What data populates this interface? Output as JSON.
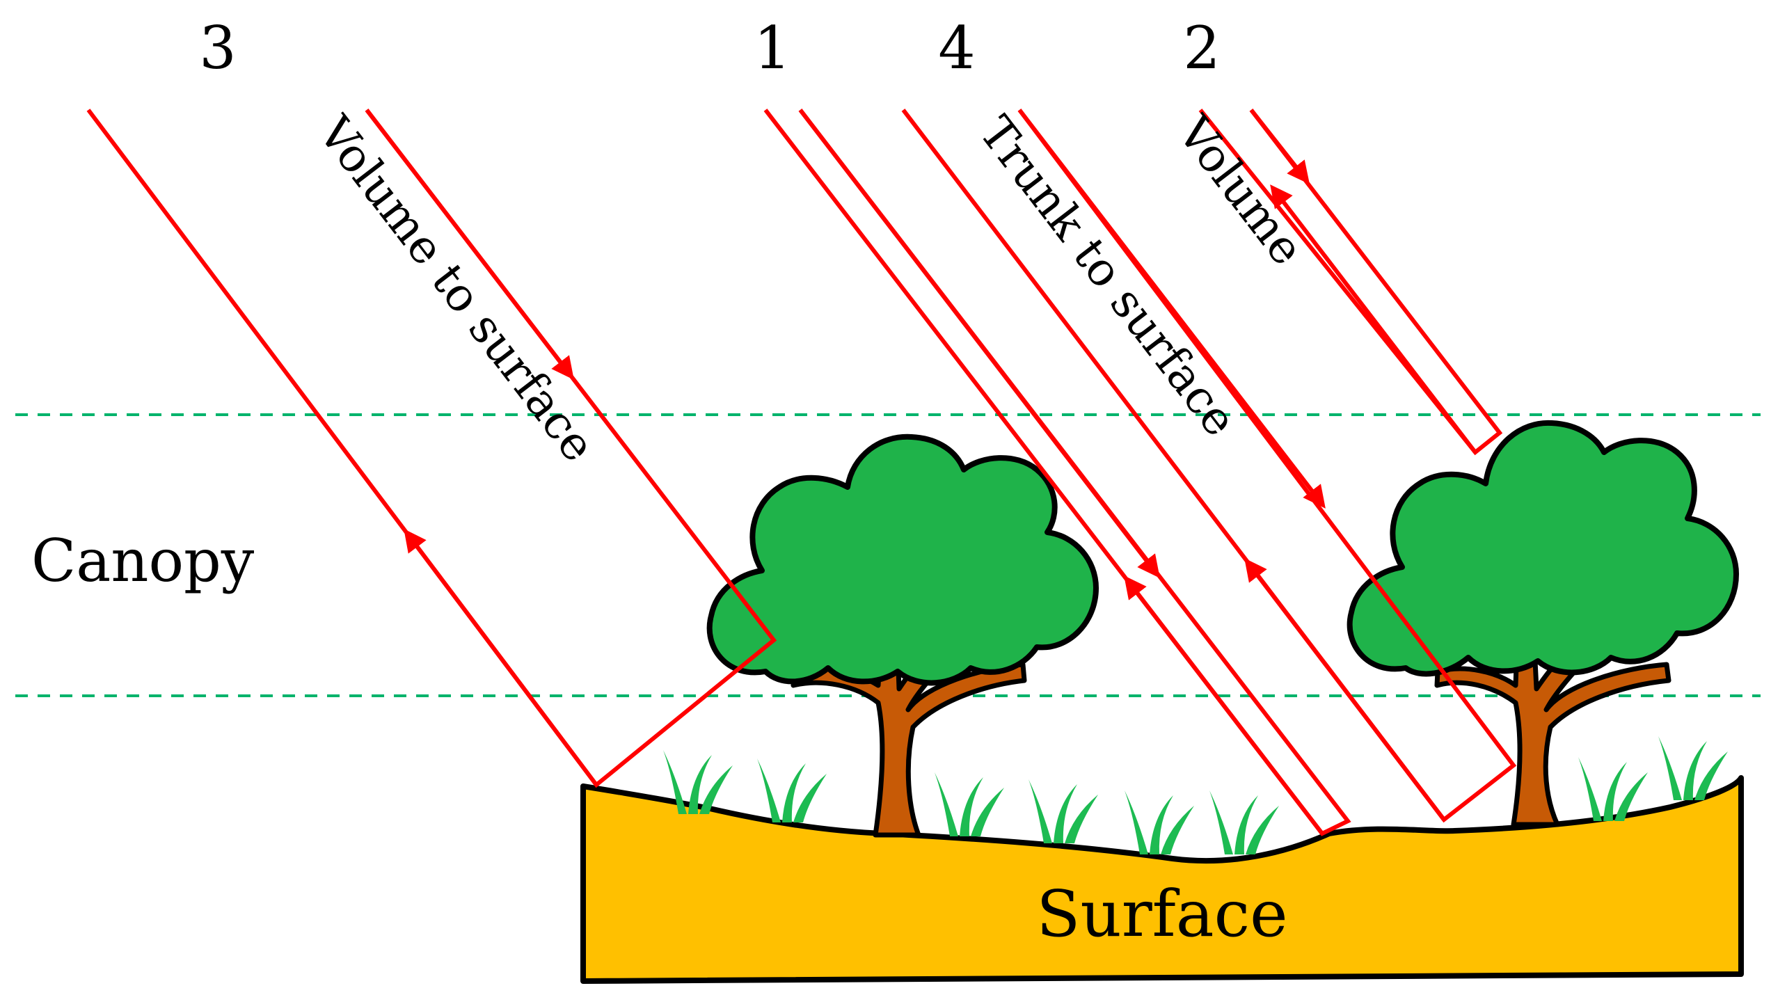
{
  "paths": {
    "number_3": "3",
    "number_1": "1",
    "number_4": "4",
    "number_2": "2",
    "label_volume_to_surface": "Volume to surface",
    "label_trunk_to_surface": "Trunk to surface",
    "label_volume": "Volume"
  },
  "layers": {
    "canopy": "Canopy",
    "surface": "Surface"
  },
  "colors": {
    "ray": "#ff0000",
    "canopy_boundary": "#00b36b",
    "leaves": "#1fb34a",
    "trunk": "#c75a06",
    "grass": "#1dbb52",
    "ground": "#ffc000",
    "outline": "#000000"
  }
}
